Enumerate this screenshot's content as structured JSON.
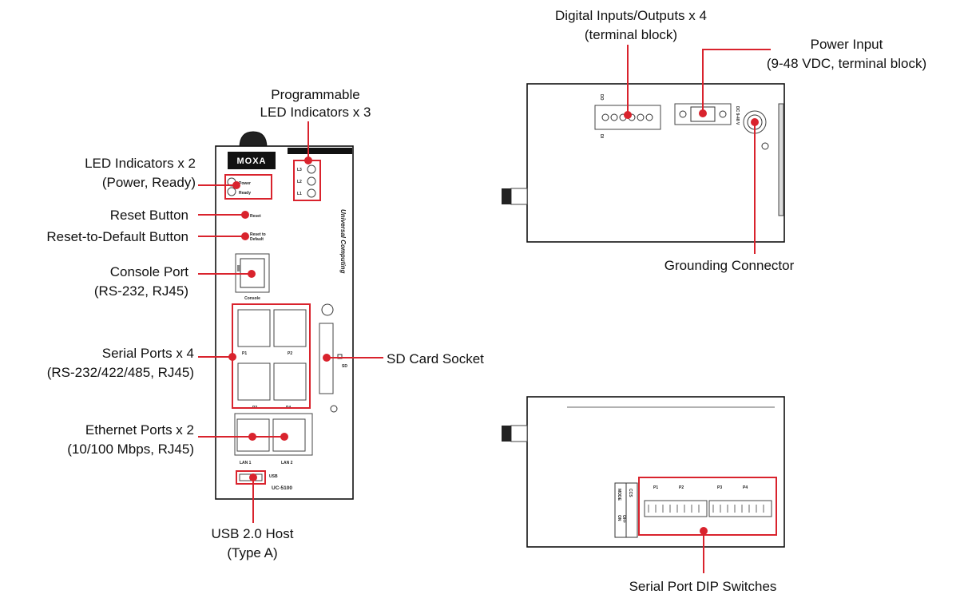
{
  "labels": {
    "prog_led_l1": "Programmable",
    "prog_led_l2": "LED Indicators x 3",
    "led_ind_l1": "LED Indicators x 2",
    "led_ind_l2": "(Power, Ready)",
    "reset_button": "Reset Button",
    "reset_default": "Reset-to-Default Button",
    "console_l1": "Console Port",
    "console_l2": "(RS-232, RJ45)",
    "serial_l1": "Serial Ports x 4",
    "serial_l2": "(RS-232/422/485, RJ45)",
    "ethernet_l1": "Ethernet Ports x 2",
    "ethernet_l2": "(10/100 Mbps, RJ45)",
    "usb_l1": "USB 2.0 Host",
    "usb_l2": "(Type A)",
    "sd_card": "SD Card Socket",
    "dio_l1": "Digital Inputs/Outputs x 4",
    "dio_l2": "(terminal block)",
    "power_l1": "Power Input",
    "power_l2": "(9-48 VDC, terminal block)",
    "grounding": "Grounding Connector",
    "dip": "Serial Port DIP Switches"
  },
  "device": {
    "brand": "MOXA",
    "vertical_text": "Universal Computing",
    "model": "UC-5100",
    "led_power": "Power",
    "led_ready": "Ready",
    "led_l3": "L3",
    "led_l2": "L2",
    "led_l1": "L1",
    "reset": "Reset",
    "reset_to": "Reset to",
    "default": "Default",
    "console": "Console",
    "p1": "P1",
    "p2": "P2",
    "p3": "P3",
    "p4": "P4",
    "lan1": "LAN 1",
    "lan2": "LAN 2",
    "usb": "USB",
    "sd": "SD",
    "do_label": "DO",
    "di_label": "DI",
    "dc_label": "DC 9-48 V",
    "dip_p1": "P1",
    "dip_p2": "P2",
    "dip_p3": "P3",
    "dip_p4": "P4",
    "dip_on": "ON",
    "dip_off": "OFF",
    "dip_ccs": "CCS",
    "dip_mode": "MODE"
  },
  "colors": {
    "accent": "#d9232d",
    "outline": "#111111"
  }
}
